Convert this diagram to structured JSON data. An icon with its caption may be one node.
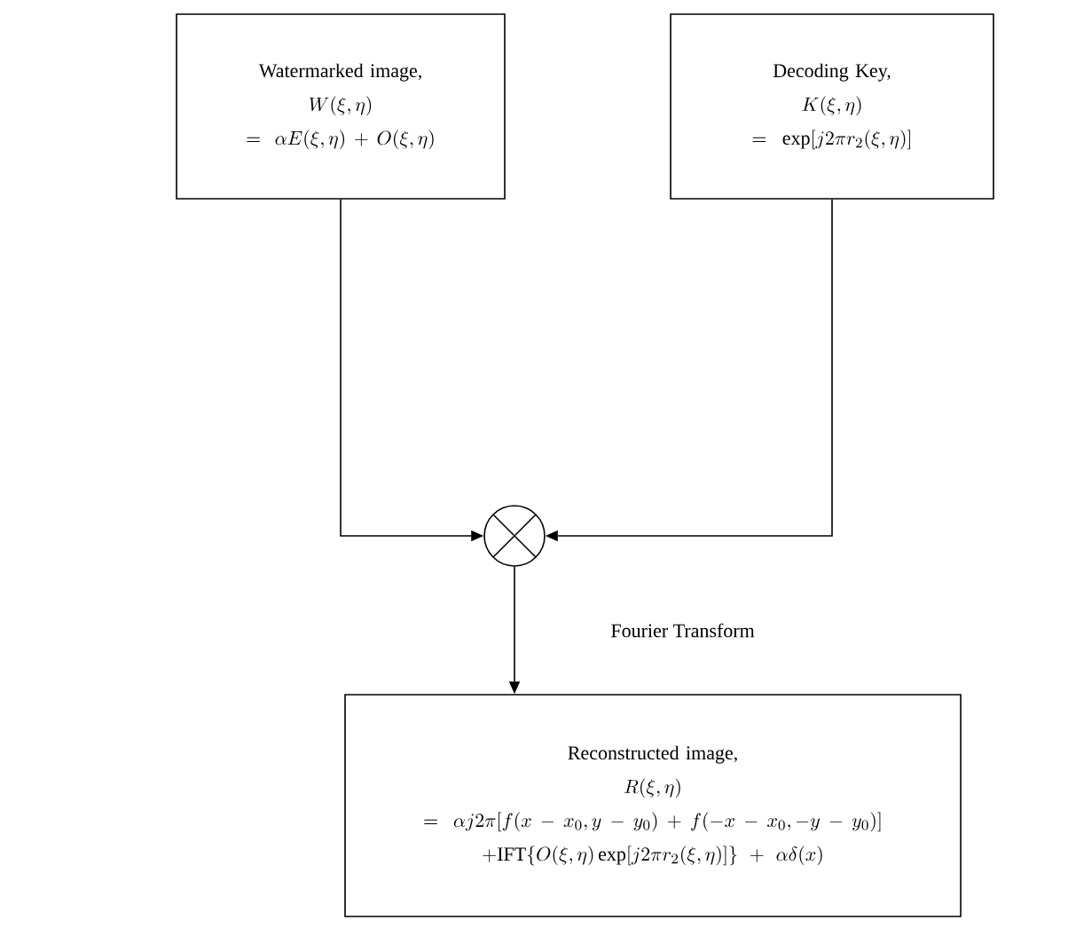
{
  "diagram": {
    "nodes": [
      {
        "text": [
          "Watermarked image,",
          "W(\\xi,\\eta)",
          "=\\alpha E(\\xi,\\eta)+O(\\xi,\\eta)"
        ]
      },
      {
        "text": [
          "Decoding Key,",
          "K(\\xi,\\eta)",
          "=\\exp[j2\\pi r_2(\\xi,\\eta)]"
        ]
      },
      {
        "text": [],
        "shape": "circle"
      },
      {
        "text": [
          "Reconstructed image,",
          "R(\\xi,\\eta)",
          "=\\alpha j2\\pi[f(x-x_0,y-y_0)+f(-x-x_0,-y-y_0)]",
          "+\\mathrm{IFT}\\{O(\\xi,\\eta)\\exp[j2\\pi r_2(\\xi,\\eta)]\\}+\\alpha\\delta(x)"
        ]
      }
    ],
    "edges": [
      {
        "from": 0,
        "to": 2,
        "arrow": "to"
      },
      {
        "from": 1,
        "to": 2,
        "arrow": "to"
      },
      {
        "from": 2,
        "to": 3,
        "arrow": "to",
        "label": "Fourier Transform"
      }
    ]
  }
}
